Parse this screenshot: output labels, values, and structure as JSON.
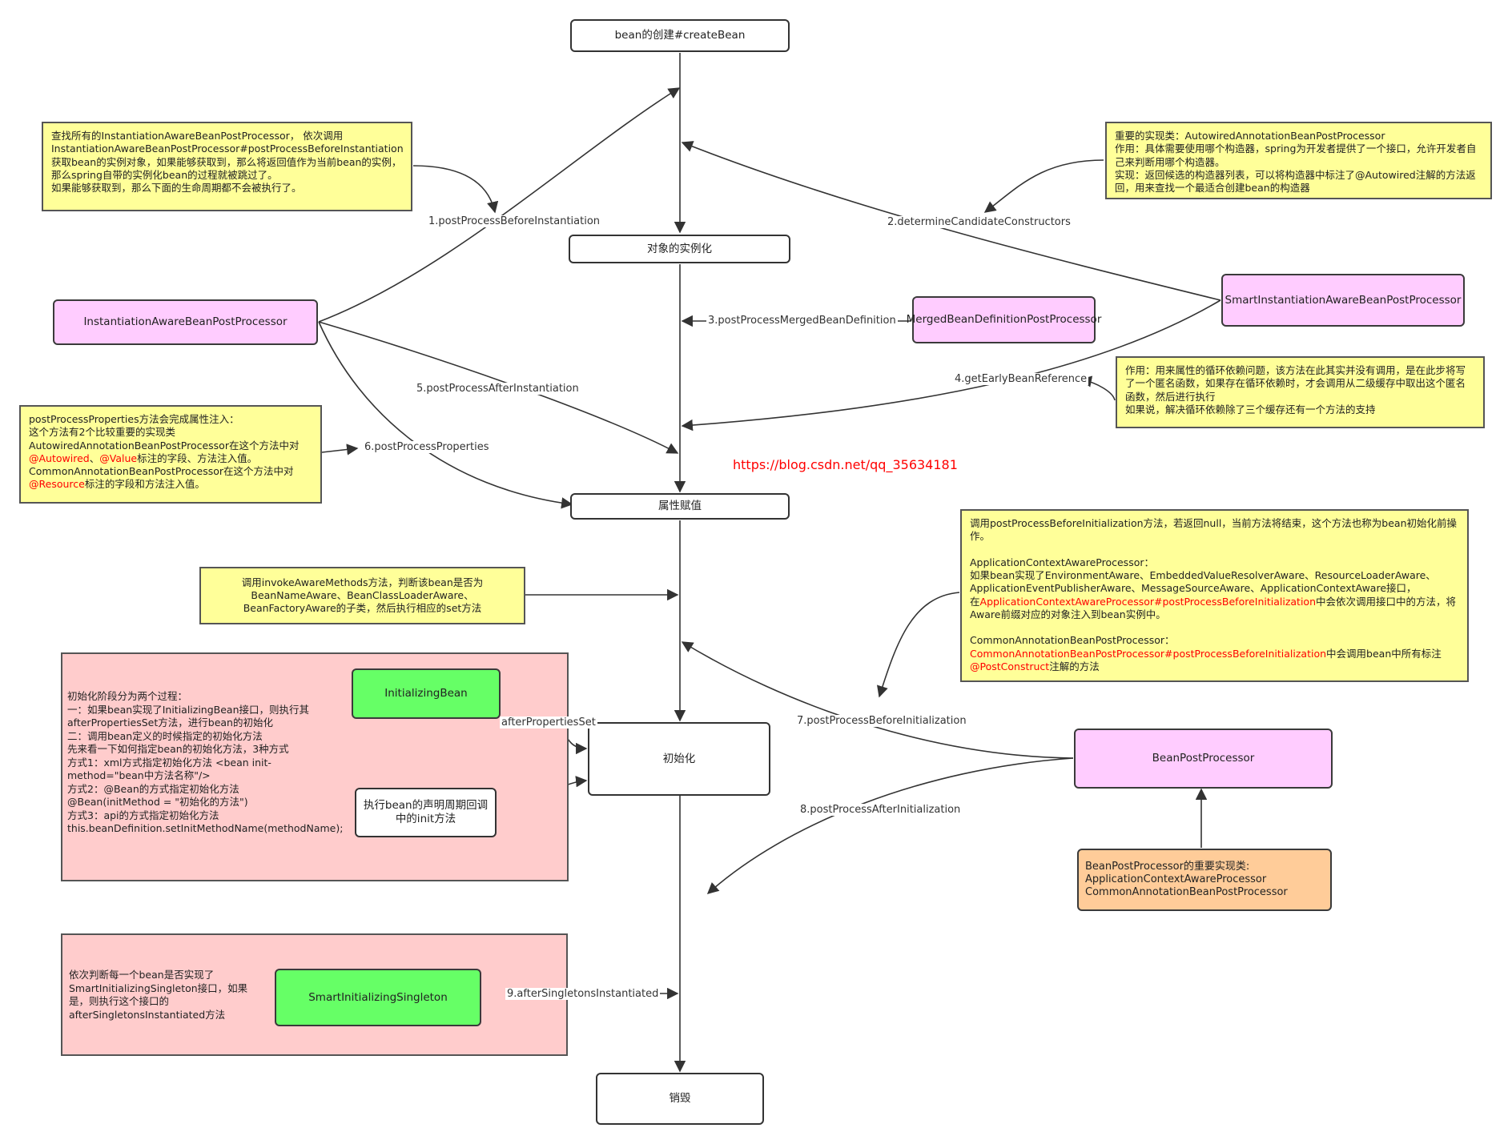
{
  "boxes": {
    "create_bean": "bean的创建#createBean",
    "instantiation": "对象的实例化",
    "populate": "属性赋值",
    "initialization": "初始化",
    "destroy": "销毁",
    "instantiation_aware": "InstantiationAwareBeanPostProcessor",
    "smart_instantiation_aware": "SmartInstantiationAwareBeanPostProcessor",
    "merged_bean_definition": "MergedBeanDefinitionPostProcessor",
    "bean_post_processor": "BeanPostProcessor",
    "initializing_bean": "InitializingBean",
    "init_method": "执行bean的声明周期回调中的init方法",
    "smart_initializing_singleton": "SmartInitializingSingleton",
    "bpp_impls": "BeanPostProcessor的重要实现类:\nApplicationContextAwareProcessor\nCommonAnnotationBeanPostProcessor"
  },
  "labels": {
    "step1": "1.postProcessBeforeInstantiation",
    "step2": "2.determineCandidateConstructors",
    "step3": "3.postProcessMergedBeanDefinition",
    "step4": "4.getEarlyBeanReference",
    "step5": "5.postProcessAfterInstantiation",
    "step6": "6.postProcessProperties",
    "step7": "7.postProcessBeforeInitialization",
    "step8": "8.postProcessAfterInitialization",
    "step9": "9.afterSingletonsInstantiated",
    "after_properties_set": "afterPropertiesSet"
  },
  "watermark": "https://blog.csdn.net/qq_35634181",
  "notes": {
    "before_instantiation": "查找所有的InstantiationAwareBeanPostProcessor， 依次调用InstantiationAwareBeanPostProcessor#postProcessBeforeInstantiation获取bean的实例对象，如果能够获取到，那么将返回值作为当前bean的实例，那么spring自带的实例化bean的过程就被跳过了。\n如果能够获取到，那么下面的生命周期都不会被执行了。",
    "determine_constructors": "重要的实现类：AutowiredAnnotationBeanPostProcessor\n作用：具体需要使用哪个构造器，spring为开发者提供了一个接口，允许开发者自己来判断用哪个构造器。\n实现：返回候选的构造器列表，可以将构造器中标注了@Autowired注解的方法返回，用来查找一个最适合创建bean的构造器",
    "early_reference": "作用：用来属性的循环依赖问题，该方法在此其实并没有调用，是在此步将写了一个匿名函数，如果存在循环依赖时，才会调用从二级缓存中取出这个匿名函数，然后进行执行\n如果说，解决循环依赖除了三个缓存还有一个方法的支持",
    "post_process_properties": {
      "p1": "postProcessProperties方法会完成属性注入：\n这个方法有2个比较重要的实现类\nAutowiredAnnotationBeanPostProcessor在这个方法中对",
      "autowired": "@Autowired",
      "sep": "、",
      "value": "@Value",
      "p2": "标注的字段、方法注入值。\nCommonAnnotationBeanPostProcessor在这个方法中对",
      "resource": "@Resource",
      "p3": "标注的字段和方法注入值。"
    },
    "invoke_aware": "调用invokeAwareMethods方法，判断该bean是否为BeanNameAware、BeanClassLoaderAware、BeanFactoryAware的子类，然后执行相应的set方法",
    "before_initialization": {
      "p1": "调用postProcessBeforeInitialization方法，若返回null，当前方法将结束，这个方法也称为bean初始化前操作。\n\nApplicationContextAwareProcessor：\n如果bean实现了EnvironmentAware、EmbeddedValueResolverAware、ResourceLoaderAware、ApplicationEventPublisherAware、MessageSourceAware、ApplicationContextAware接口，\n在",
      "red1": "ApplicationContextAwareProcessor#postProcessBeforeInitialization",
      "p2": "中会依次调用接口中的方法，将Aware前缀对应的对象注入到bean实例中。\n\nCommonAnnotationBeanPostProcessor：\n",
      "red2": "CommonAnnotationBeanPostProcessor#postProcessBeforeInitialization",
      "p3": "中会调用bean中所有标注",
      "red3": "@PostConstruct",
      "p4": "注解的方法"
    }
  },
  "groups": {
    "initialization_text": "初始化阶段分为两个过程：\n一：如果bean实现了InitializingBean接口，则执行其afterPropertiesSet方法，进行bean的初始化\n二：调用bean定义的时候指定的初始化方法\n先来看一下如何指定bean的初始化方法，3种方式\n    方式1：xml方式指定初始化方法        <bean init-method=\"bean中方法名称\"/>\n    方式2：@Bean的方式指定初始化方法\n@Bean(initMethod = \"初始化的方法\")\n    方式3：api的方式指定初始化方法\nthis.beanDefinition.setInitMethodName(methodName);",
    "singleton_text": "依次判断每一个bean是否实现了SmartInitializingSingleton接口，如果是，则执行这个接口的afterSingletonsInstantiated方法"
  },
  "colors": {
    "note_yellow": "#ffff99",
    "pink": "#ffccff",
    "green": "#66ff66",
    "orange": "#ffcc99",
    "group_pink": "#ffcccc",
    "highlight_red": "#ff0000",
    "line": "#333333"
  }
}
